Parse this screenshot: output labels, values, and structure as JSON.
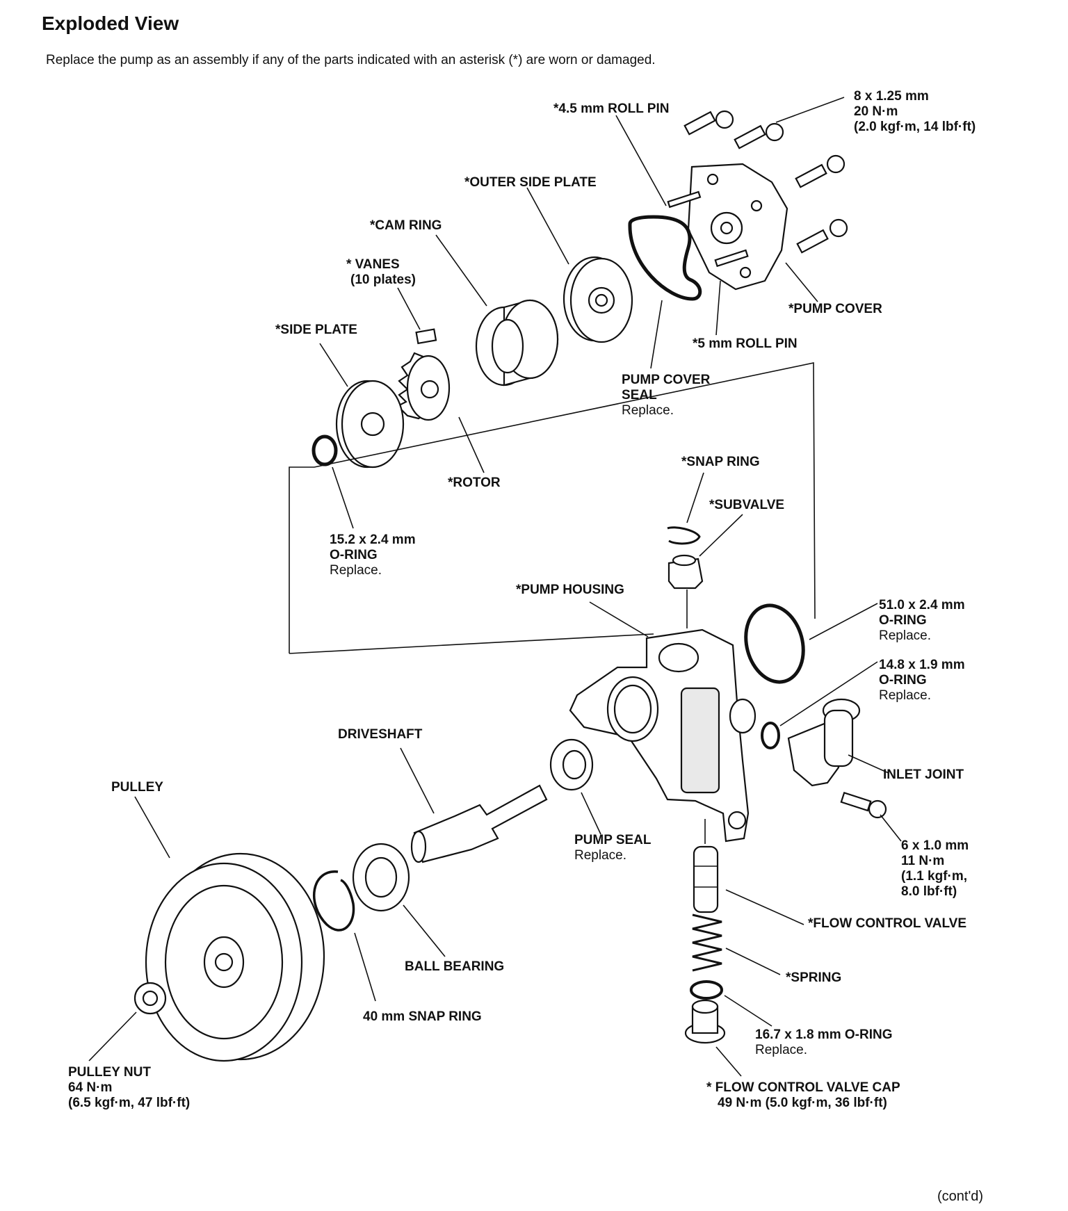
{
  "title": "Exploded View",
  "intro": "Replace the pump as an assembly if any of the parts indicated with an asterisk (*) are worn or damaged.",
  "footer": "(cont'd)",
  "labels": {
    "bolt_8": [
      "8 x 1.25 mm",
      "20 N·m",
      "(2.0 kgf·m, 14 lbf·ft)"
    ],
    "roll_pin_45": "*4.5 mm ROLL PIN",
    "outer_side_plate": "*OUTER SIDE PLATE",
    "cam_ring": "*CAM RING",
    "vanes": [
      "* VANES",
      "(10 plates)"
    ],
    "side_plate": "*SIDE PLATE",
    "pump_cover": "*PUMP COVER",
    "roll_pin_5": "*5 mm ROLL PIN",
    "pump_cover_seal": [
      "PUMP COVER",
      "SEAL"
    ],
    "pump_cover_seal_note": "Replace.",
    "rotor": "*ROTOR",
    "snap_ring": "*SNAP RING",
    "subvalve": "*SUBVALVE",
    "oring_152": [
      "15.2 x 2.4 mm",
      "O-RING"
    ],
    "oring_152_note": "Replace.",
    "pump_housing": "*PUMP HOUSING",
    "oring_510": [
      "51.0 x 2.4 mm",
      "O-RING"
    ],
    "oring_510_note": "Replace.",
    "oring_148": [
      "14.8 x 1.9 mm",
      "O-RING"
    ],
    "oring_148_note": "Replace.",
    "driveshaft": "DRIVESHAFT",
    "inlet_joint": "INLET JOINT",
    "pulley": "PULLEY",
    "pump_seal": "PUMP SEAL",
    "pump_seal_note": "Replace.",
    "bolt_6": [
      "6 x 1.0 mm",
      "11 N·m",
      "(1.1 kgf·m,",
      "8.0 lbf·ft)"
    ],
    "flow_control_valve": "*FLOW CONTROL VALVE",
    "ball_bearing": "BALL BEARING",
    "spring": "*SPRING",
    "snap_ring_40": "40 mm SNAP RING",
    "oring_167": "16.7 x 1.8 mm O-RING",
    "oring_167_note": "Replace.",
    "pulley_nut": [
      "PULLEY NUT",
      "64 N·m",
      "(6.5 kgf·m, 47 lbf·ft)"
    ],
    "fcv_cap": [
      "* FLOW CONTROL VALVE CAP",
      "49 N·m (5.0 kgf·m, 36 lbf·ft)"
    ]
  }
}
